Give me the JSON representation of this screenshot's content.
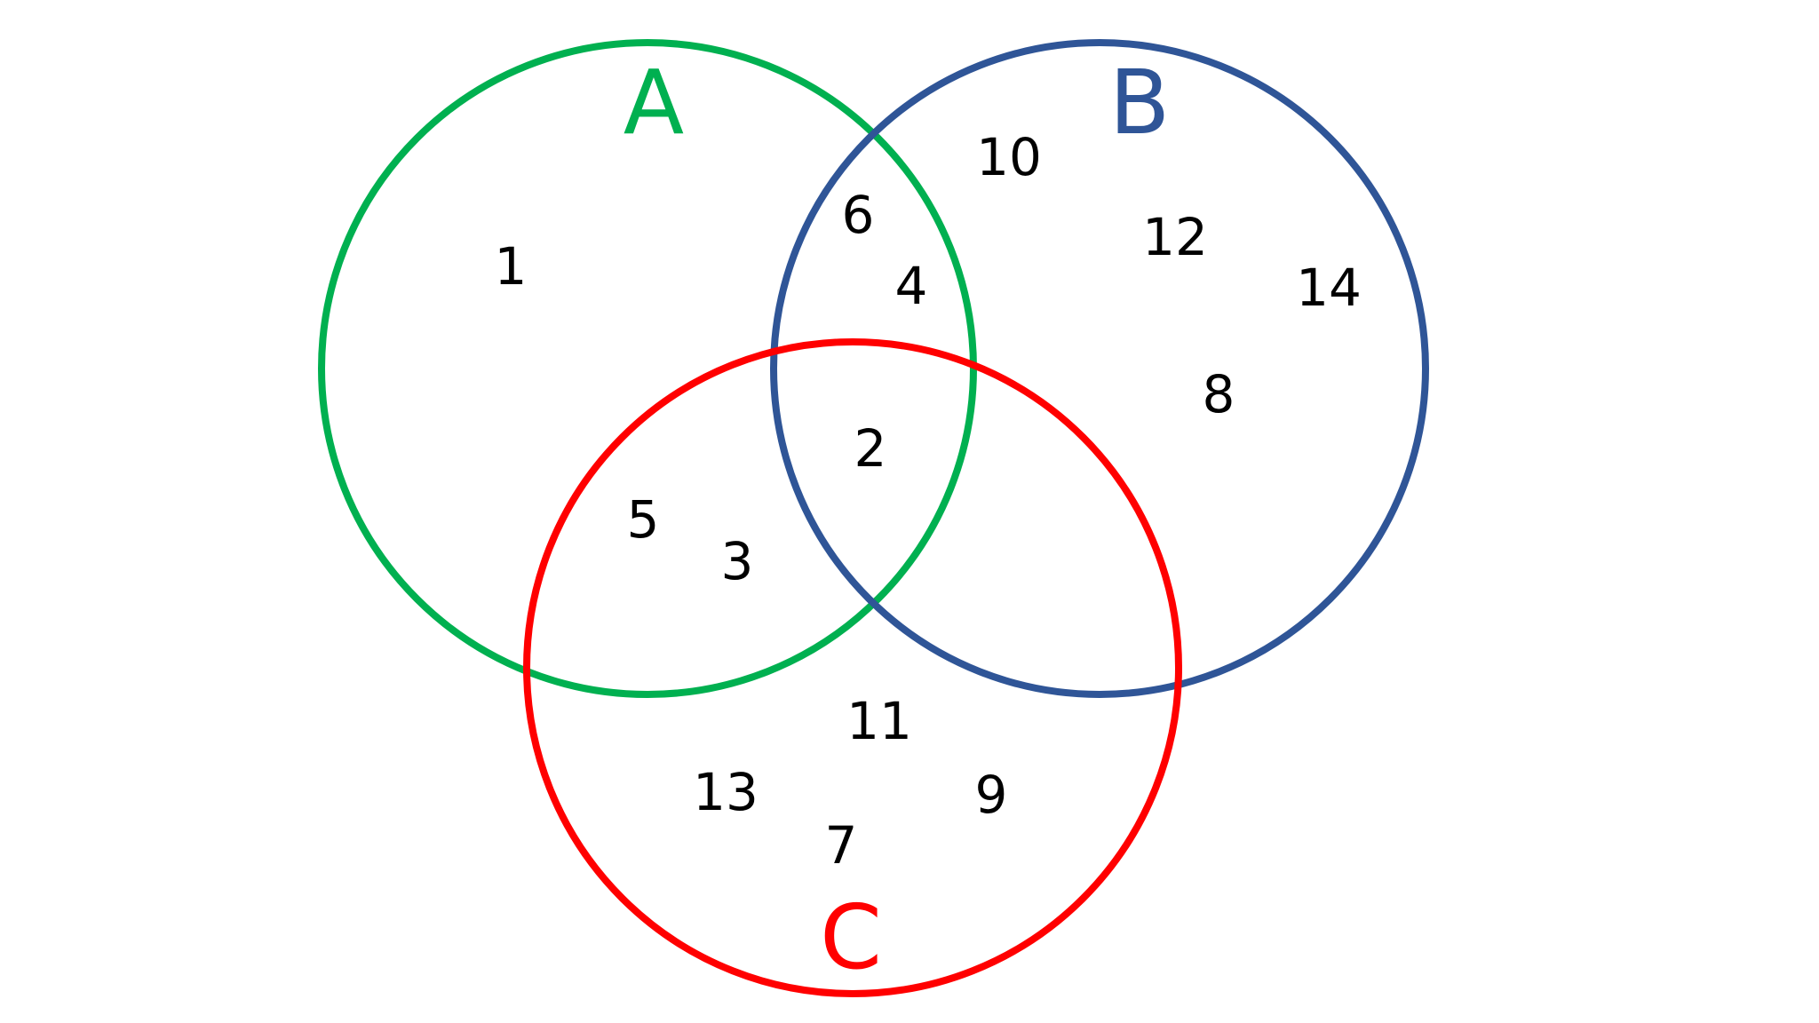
{
  "diagram": {
    "type": "venn",
    "sets": [
      {
        "key": "A",
        "label": "A",
        "color": "#00b050"
      },
      {
        "key": "B",
        "label": "B",
        "color": "#2f5597"
      },
      {
        "key": "C",
        "label": "C",
        "color": "#ff0000"
      }
    ],
    "regions": {
      "A_only": [
        "1"
      ],
      "B_only": [
        "10",
        "12",
        "14",
        "8"
      ],
      "C_only": [
        "11",
        "13",
        "9",
        "7"
      ],
      "A_and_B_only": [
        "6",
        "4"
      ],
      "A_and_C_only": [
        "5",
        "3"
      ],
      "B_and_C_only": [],
      "A_and_B_and_C": [
        "2"
      ]
    }
  }
}
